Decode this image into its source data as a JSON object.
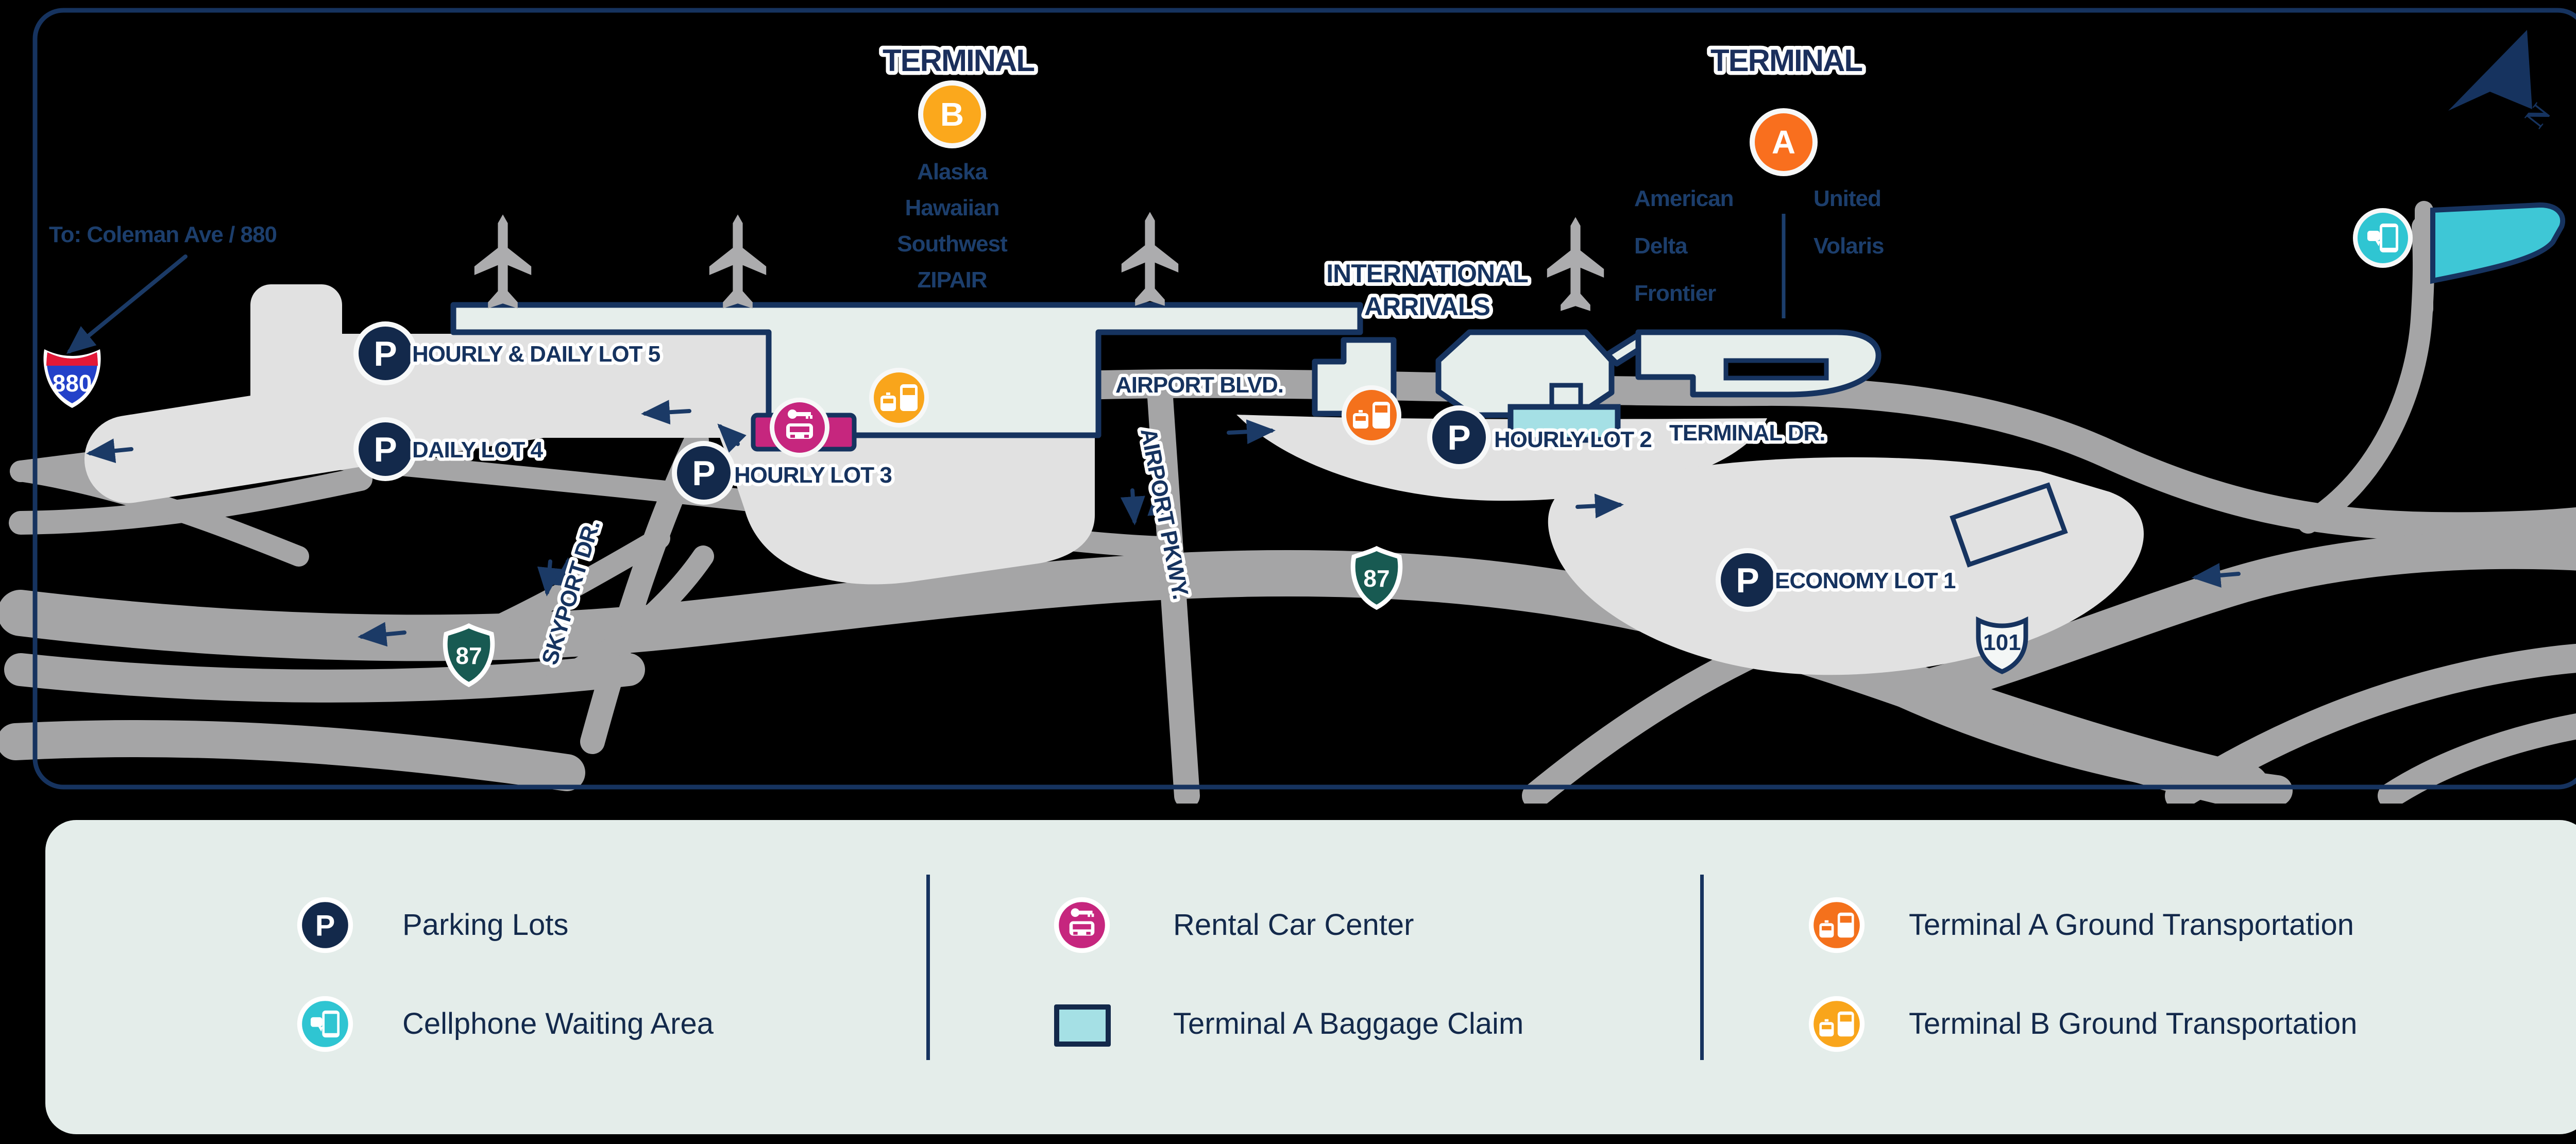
{
  "map": {
    "to_coleman": "To: Coleman Ave / 880",
    "p_glyph": "P",
    "compass_n": "N",
    "terminal_b": {
      "title": "TERMINAL",
      "letter": "B",
      "airlines": [
        "Alaska",
        "Hawaiian",
        "Southwest",
        "ZIPAIR"
      ]
    },
    "terminal_a": {
      "title": "TERMINAL",
      "letter": "A",
      "airlines_left": [
        "American",
        "Delta",
        "Frontier"
      ],
      "airlines_right": [
        "United",
        "Volaris"
      ]
    },
    "intl_line1": "INTERNATIONAL",
    "intl_line2": "ARRIVALS",
    "lots": {
      "lot5": "HOURLY & DAILY LOT 5",
      "lot4": "DAILY LOT 4",
      "lot3": "HOURLY LOT 3",
      "lot2": "HOURLY LOT 2",
      "lot1": "ECONOMY LOT 1"
    },
    "roads": {
      "airport_blvd": "AIRPORT BLVD.",
      "airport_pkwy": "AIRPORT PKWY.",
      "skyport_dr": "SKYPORT DR.",
      "terminal_dr": "TERMINAL DR."
    },
    "shields": {
      "i880": "880",
      "sr87": "87",
      "us101": "101"
    }
  },
  "legend": {
    "items": [
      {
        "icon": "parking-icon",
        "label": "Parking Lots"
      },
      {
        "icon": "cellphone-icon",
        "label": "Cellphone Waiting Area"
      },
      {
        "icon": "rental-car-icon",
        "label": "Rental Car Center"
      },
      {
        "icon": "baggage-claim-swatch",
        "label": "Terminal A Baggage Claim"
      },
      {
        "icon": "ground-transport-a-icon",
        "label": "Terminal A Ground Transportation"
      },
      {
        "icon": "ground-transport-b-icon",
        "label": "Terminal B Ground Transportation"
      }
    ]
  },
  "colors": {
    "navy": "#16335F",
    "text_navy": "#13294B",
    "road_gray": "#A5A5A6",
    "lot_gray": "#E1E1E1",
    "terminal_fill": "#E6EEEB",
    "legend_bg": "#E4EDEA",
    "terminal_a_orange": "#F96F1E",
    "terminal_b_amber": "#FBA81C",
    "transport_a_orange": "#F4711C",
    "transport_b_amber": "#F9A51B",
    "rental_magenta": "#C6267E",
    "cellphone_teal": "#2FC5D2",
    "baggage_teal": "#A5E0E5",
    "route87_green": "#185A52",
    "interstate_blue": "#2341C9",
    "interstate_red": "#E31837"
  }
}
